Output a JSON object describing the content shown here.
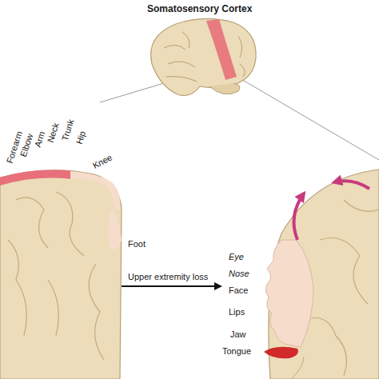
{
  "diagram": {
    "title": "Somatosensory Cortex",
    "labels": [
      "Forearm",
      "Elbow",
      "Arm",
      "Neck",
      "Trunk",
      "Hip",
      "Knee",
      "Foot",
      "Upper extremity loss",
      "Eye",
      "Nose",
      "Face",
      "Lips",
      "Jaw",
      "Tongue"
    ]
  }
}
